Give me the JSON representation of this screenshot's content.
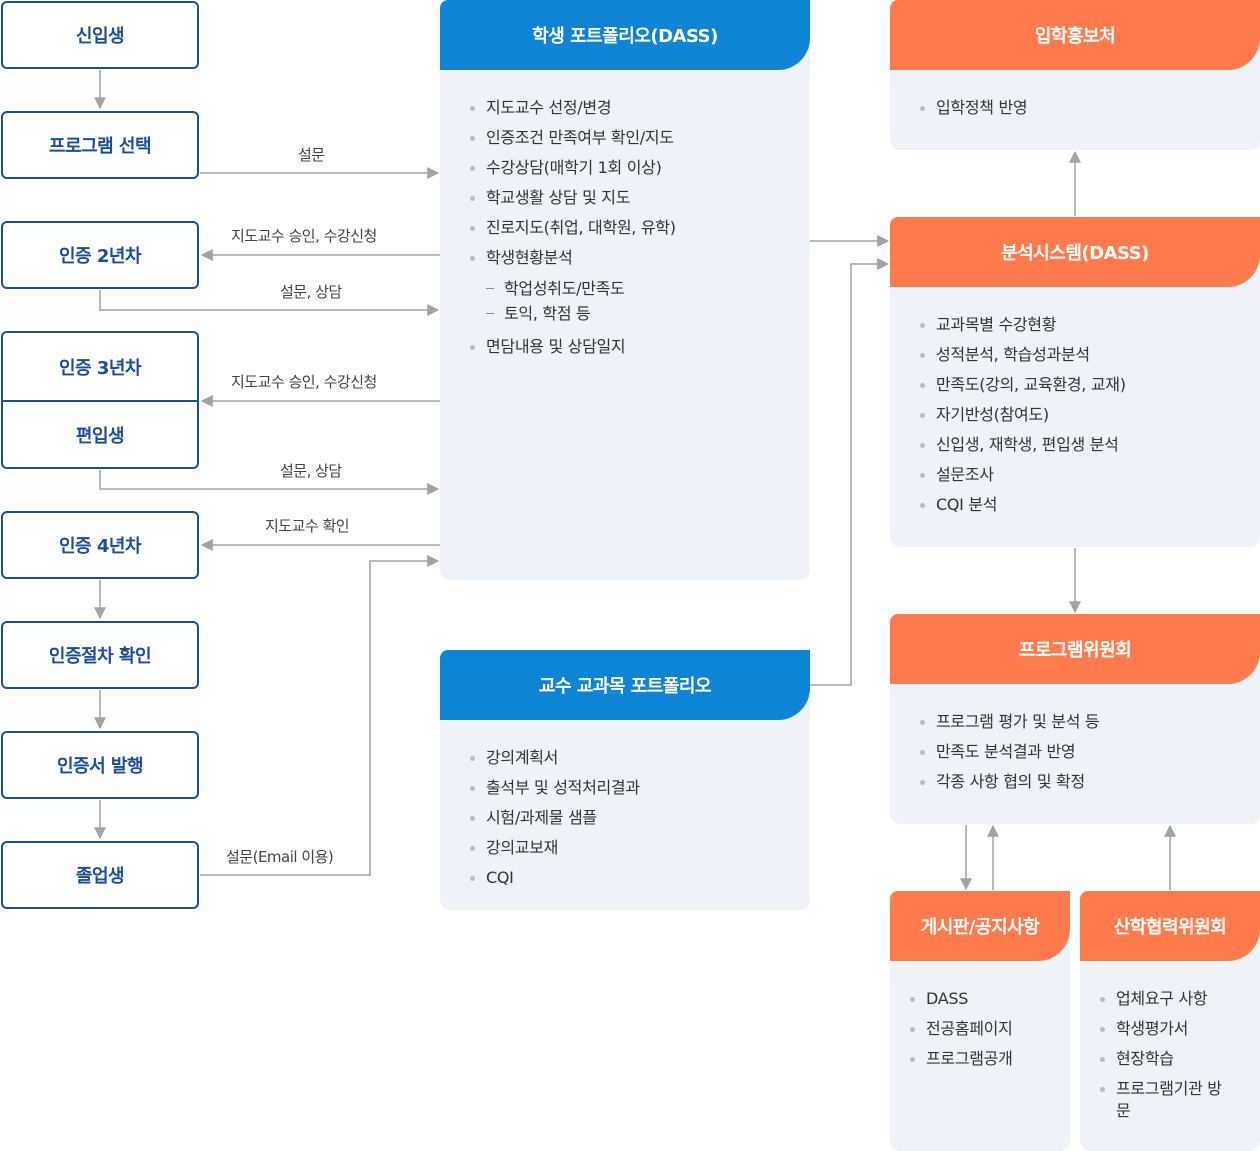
{
  "left_flow": {
    "freshman": "신입생",
    "program_select": "프로그램 선택",
    "year2": "인증 2년차",
    "year3": "인증 3년차",
    "transfer": "편입생",
    "year4": "인증 4년차",
    "procedure_check": "인증절차 확인",
    "cert_issue": "인증서 발행",
    "graduate": "졸업생"
  },
  "edge_labels": {
    "survey": "설문",
    "approve_register_1": "지도교수 승인, 수강신청",
    "survey_counsel_1": "설문, 상담",
    "approve_register_2": "지도교수 승인, 수강신청",
    "survey_counsel_2": "설문, 상담",
    "advisor_confirm": "지도교수 확인",
    "survey_email": "설문(Email 이용)"
  },
  "student_portfolio": {
    "title": "학생 포트폴리오(DASS)",
    "items": [
      "지도교수 선정/변경",
      "인증조건 만족여부 확인/지도",
      "수강상담(매학기 1회 이상)",
      "학교생활 상담 및 지도",
      "진로지도(취업, 대학원, 유학)",
      "학생현황분석"
    ],
    "sub_items": [
      "학업성취도/만족도",
      "토익, 학점 등"
    ],
    "last_item": "면담내용 및 상담일지"
  },
  "faculty_portfolio": {
    "title": "교수 교과목 포트폴리오",
    "items": [
      "강의계획서",
      "출석부 및 성적처리결과",
      "시험/과제물 샘플",
      "강의교보재",
      "CQI"
    ]
  },
  "admissions": {
    "title": "입학홍보처",
    "items": [
      "입학정책 반영"
    ]
  },
  "analysis": {
    "title": "분석시스템(DASS)",
    "items": [
      "교과목별 수강현황",
      "성적분석, 학습성과분석",
      "만족도(강의, 교육환경, 교재)",
      "자기반성(참여도)",
      "신입생, 재학생, 편입생 분석",
      "설문조사",
      "CQI 분석"
    ]
  },
  "committee": {
    "title": "프로그램위원회",
    "items": [
      "프로그램 평가 및 분석 등",
      "만족도 분석결과 반영",
      "각종 사항 협의 및 확정"
    ]
  },
  "board": {
    "title": "게시판/공지사항",
    "items": [
      "DASS",
      "전공홈페이지",
      "프로그램공개"
    ]
  },
  "industry": {
    "title": "산학협력위원회",
    "items": [
      "업체요구 사항",
      "학생평가서",
      "현장학습",
      "프로그램기관 방문"
    ]
  },
  "colors": {
    "navy": "#1a4f9c",
    "blue": "#0d84d4",
    "orange": "#ff7b4d",
    "panel": "#eef2f9",
    "arrow": "#a3a3a3"
  }
}
